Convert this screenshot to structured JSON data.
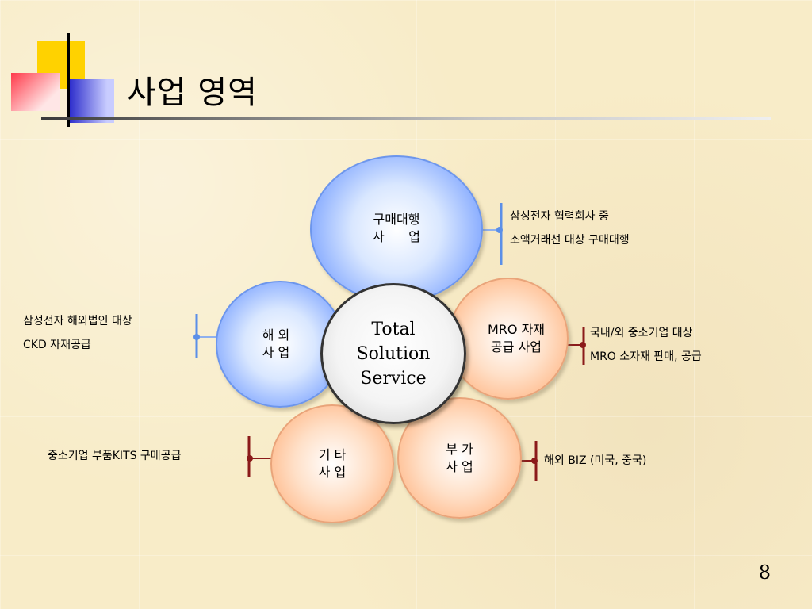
{
  "title": "사업 영역",
  "page_number": "8",
  "center": {
    "lines": "Total\nSolution\nService"
  },
  "circles": {
    "purchase_agency": {
      "label": "구매대행\n사      업"
    },
    "overseas": {
      "label": "해 외\n사 업"
    },
    "mro": {
      "label": "MRO 자재\n공급 사업"
    },
    "other": {
      "label": "기 타\n사 업"
    },
    "additional": {
      "label": "부 가\n사 업"
    }
  },
  "notes": {
    "purchase_agency": "삼성전자 협력회사 중\n소액거래선 대상 구매대행",
    "overseas": "삼성전자 해외법인 대상\nCKD 자재공급",
    "mro": "국내/외 중소기업 대상\nMRO 소자재 판매, 공급",
    "other": "중소기업 부품KITS 구매공급",
    "additional": "해외 BIZ (미국, 중국)"
  },
  "colors": {
    "blue": "#4a7cf0",
    "orange": "#f5a36c",
    "dark_red": "#8b1a1a",
    "blue_line": "#5b8fe8"
  }
}
